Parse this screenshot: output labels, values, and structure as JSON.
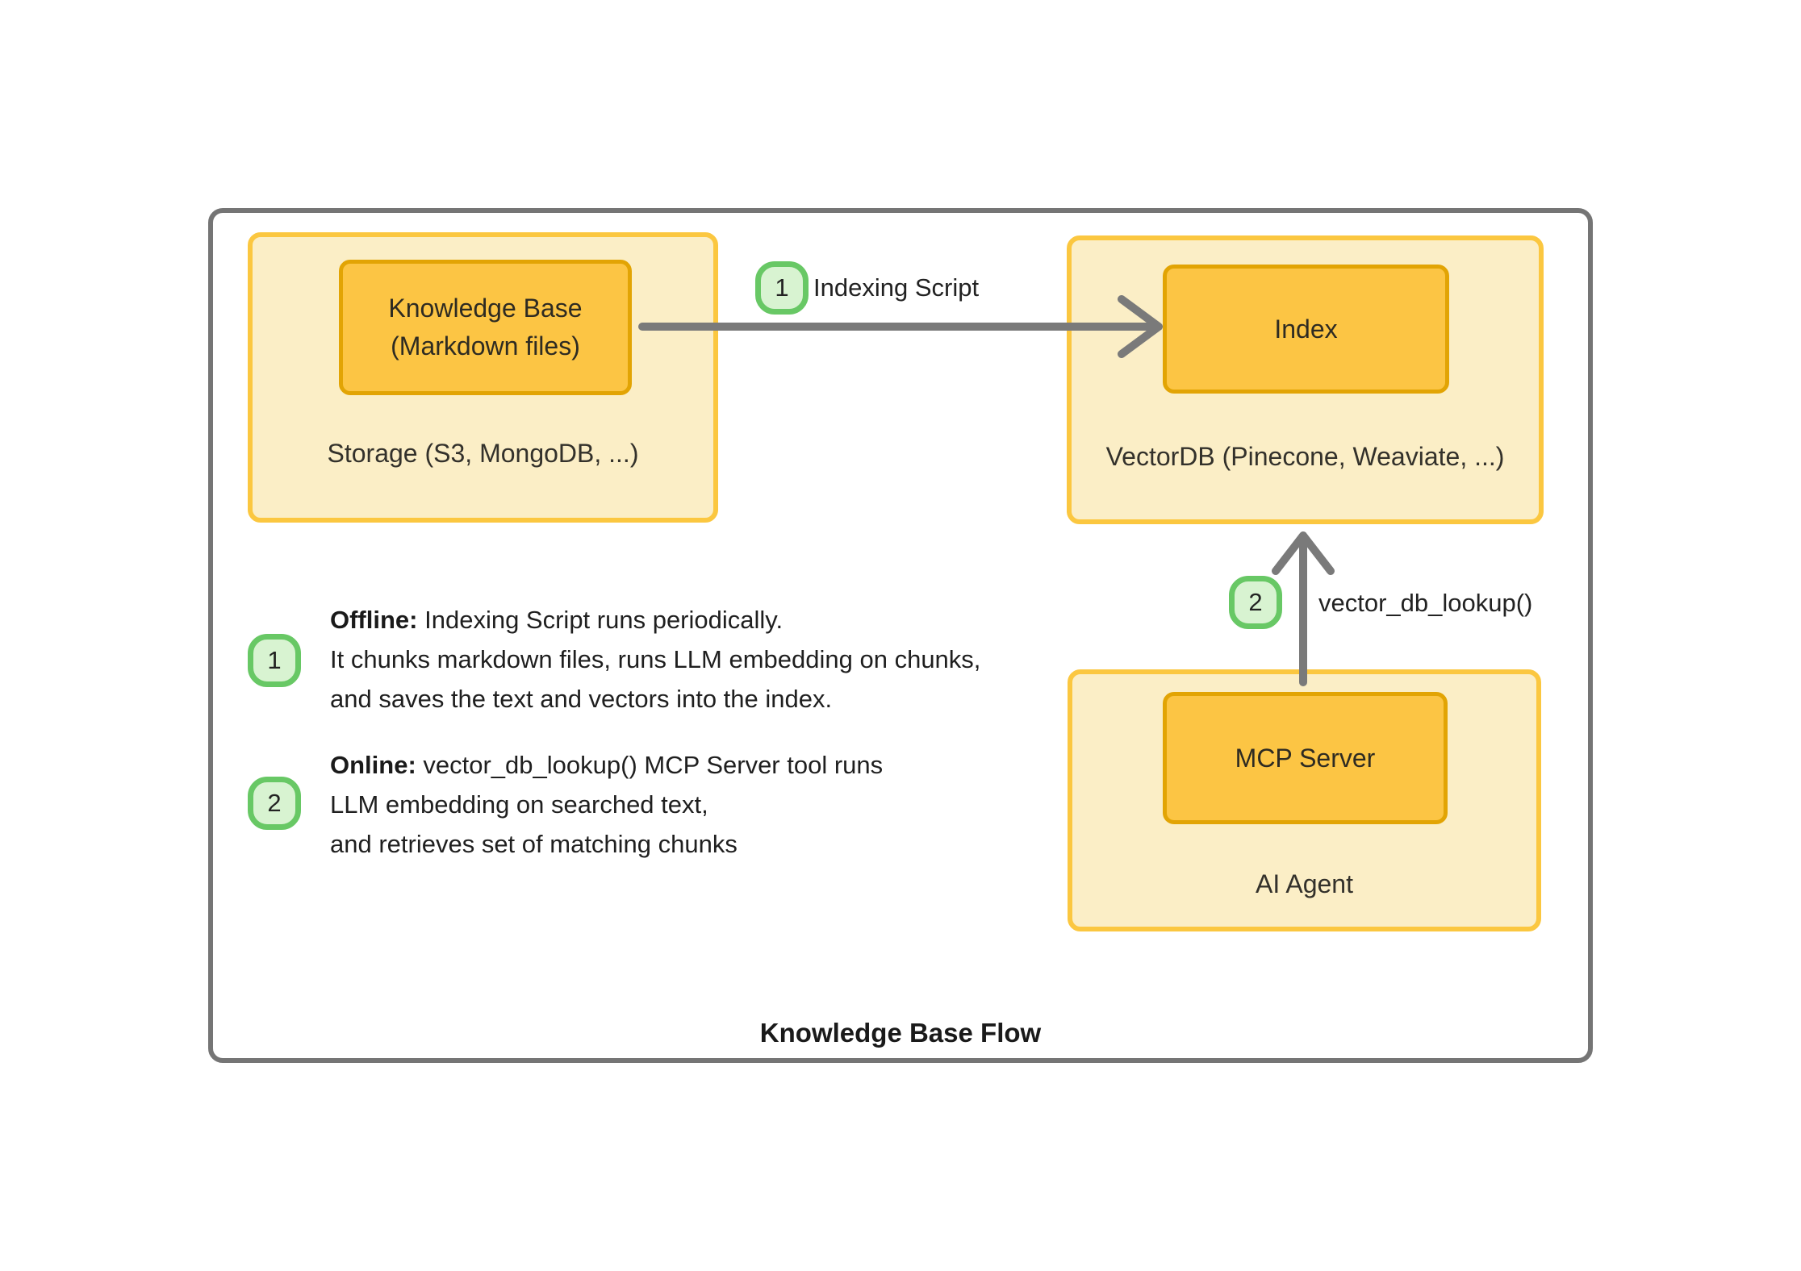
{
  "title": "Knowledge Base Flow",
  "colors": {
    "frame_border": "#757575",
    "group_fill": "#FBEEC6",
    "group_border": "#FBC740",
    "node_fill": "#FCC544",
    "node_border": "#E2A404",
    "badge_fill": "#D8F3D1",
    "badge_border": "#68C865",
    "arrow": "#7A7A7A"
  },
  "nodes": {
    "storage": {
      "label": "Storage (S3, MongoDB, ...)",
      "inner": {
        "line1": "Knowledge Base",
        "line2": "(Markdown files)"
      }
    },
    "vectordb": {
      "label": "VectorDB (Pinecone, Weaviate, ...)",
      "inner": "Index"
    },
    "ai_agent": {
      "label": "AI Agent",
      "inner": "MCP Server"
    }
  },
  "edges": {
    "indexing": {
      "badge": "1",
      "label": "Indexing Script"
    },
    "lookup": {
      "badge": "2",
      "label": "vector_db_lookup()"
    }
  },
  "annotations": {
    "offline": {
      "badge": "1",
      "lead": "Offline:",
      "line1_rest": " Indexing Script runs periodically.",
      "line2": "It chunks markdown files, runs LLM embedding on chunks,",
      "line3": "and saves the text and vectors into the index."
    },
    "online": {
      "badge": "2",
      "lead": "Online:",
      "line1_rest": " vector_db_lookup() MCP Server tool runs",
      "line2": "LLM embedding on searched text,",
      "line3": "and retrieves set of matching chunks"
    }
  }
}
